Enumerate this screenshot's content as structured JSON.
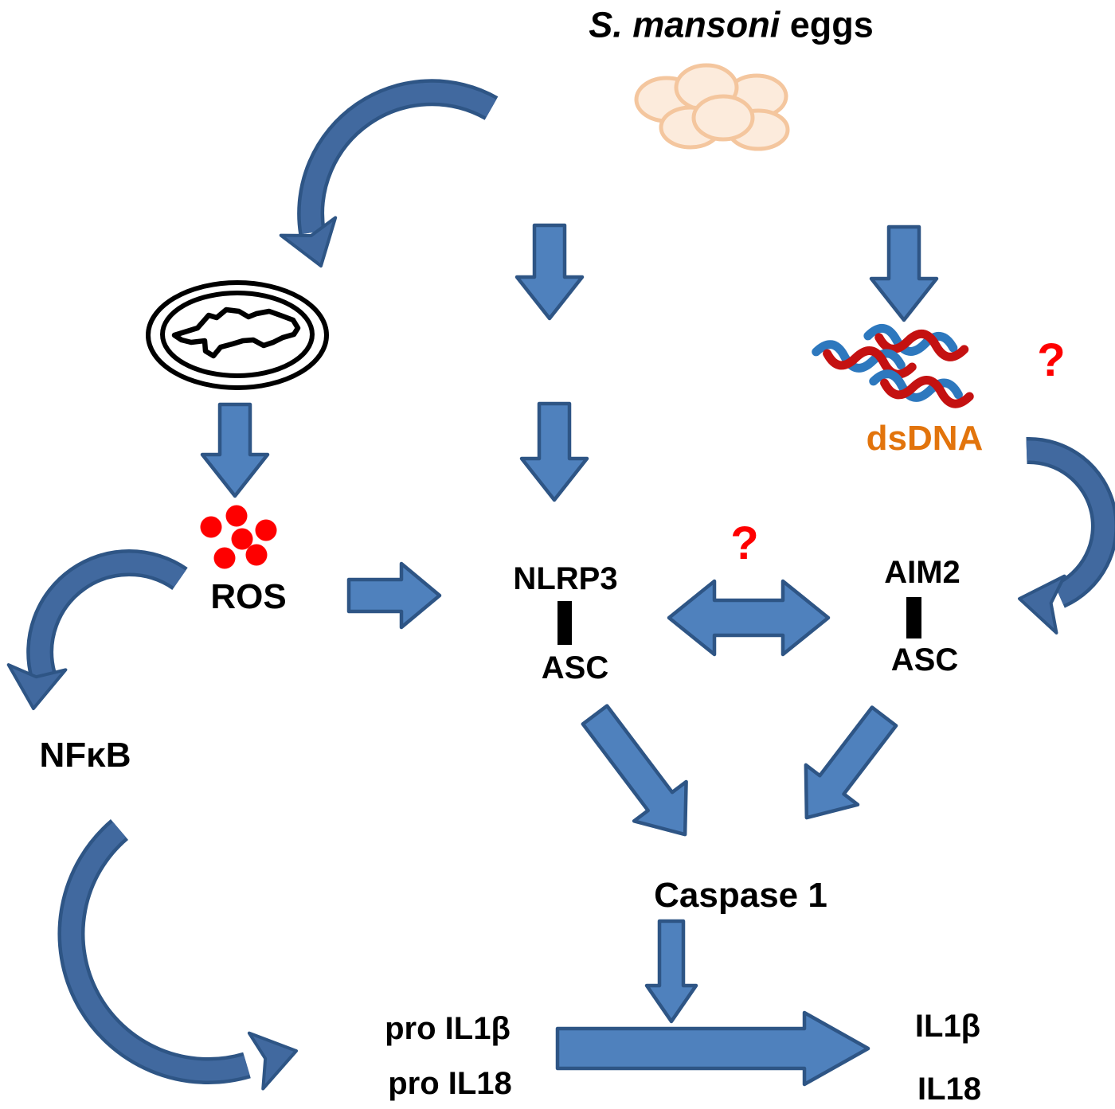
{
  "figure": {
    "title": {
      "species_italic": "S. mansoni",
      "suffix": "eggs"
    }
  },
  "nodes": {
    "ros": {
      "label": "ROS"
    },
    "nfkb": {
      "label": "NFκB"
    },
    "nlrp3": {
      "label": "NLRP3"
    },
    "nlrp3_adapter": {
      "label": "ASC"
    },
    "aim2": {
      "label": "AIM2"
    },
    "aim2_adapter": {
      "label": "ASC"
    },
    "dsdna": {
      "label": "dsDNA"
    },
    "caspase1": {
      "label": "Caspase 1"
    },
    "pro_il1b": {
      "label": "pro IL1β"
    },
    "pro_il18": {
      "label": "pro IL18"
    },
    "il1b": {
      "label": "IL1β"
    },
    "il18": {
      "label": "IL18"
    }
  },
  "annotations": {
    "question_dsdna": "?",
    "question_crosstalk": "?"
  },
  "icons": {
    "eggs_cluster": "eggs-cluster-icon",
    "miracidium_egg": "miracidium-egg-icon",
    "ros_particles": "ros-particles-icon",
    "dsdna_strands": "dsdna-strands-icon"
  },
  "colors": {
    "arrow_fill": "#4f81bd",
    "arrow_border": "#2e5585",
    "curved_fill": "#41699f",
    "ros_red": "#fe0000",
    "question_red": "#fe0000",
    "dsdna_orange": "#e2740c",
    "dna_blue": "#2d78be",
    "dna_red": "#c41111",
    "egg_fill": "#fcebdc",
    "egg_stroke": "#f4c69e",
    "ink": "#000000",
    "background": "#ffffff"
  }
}
